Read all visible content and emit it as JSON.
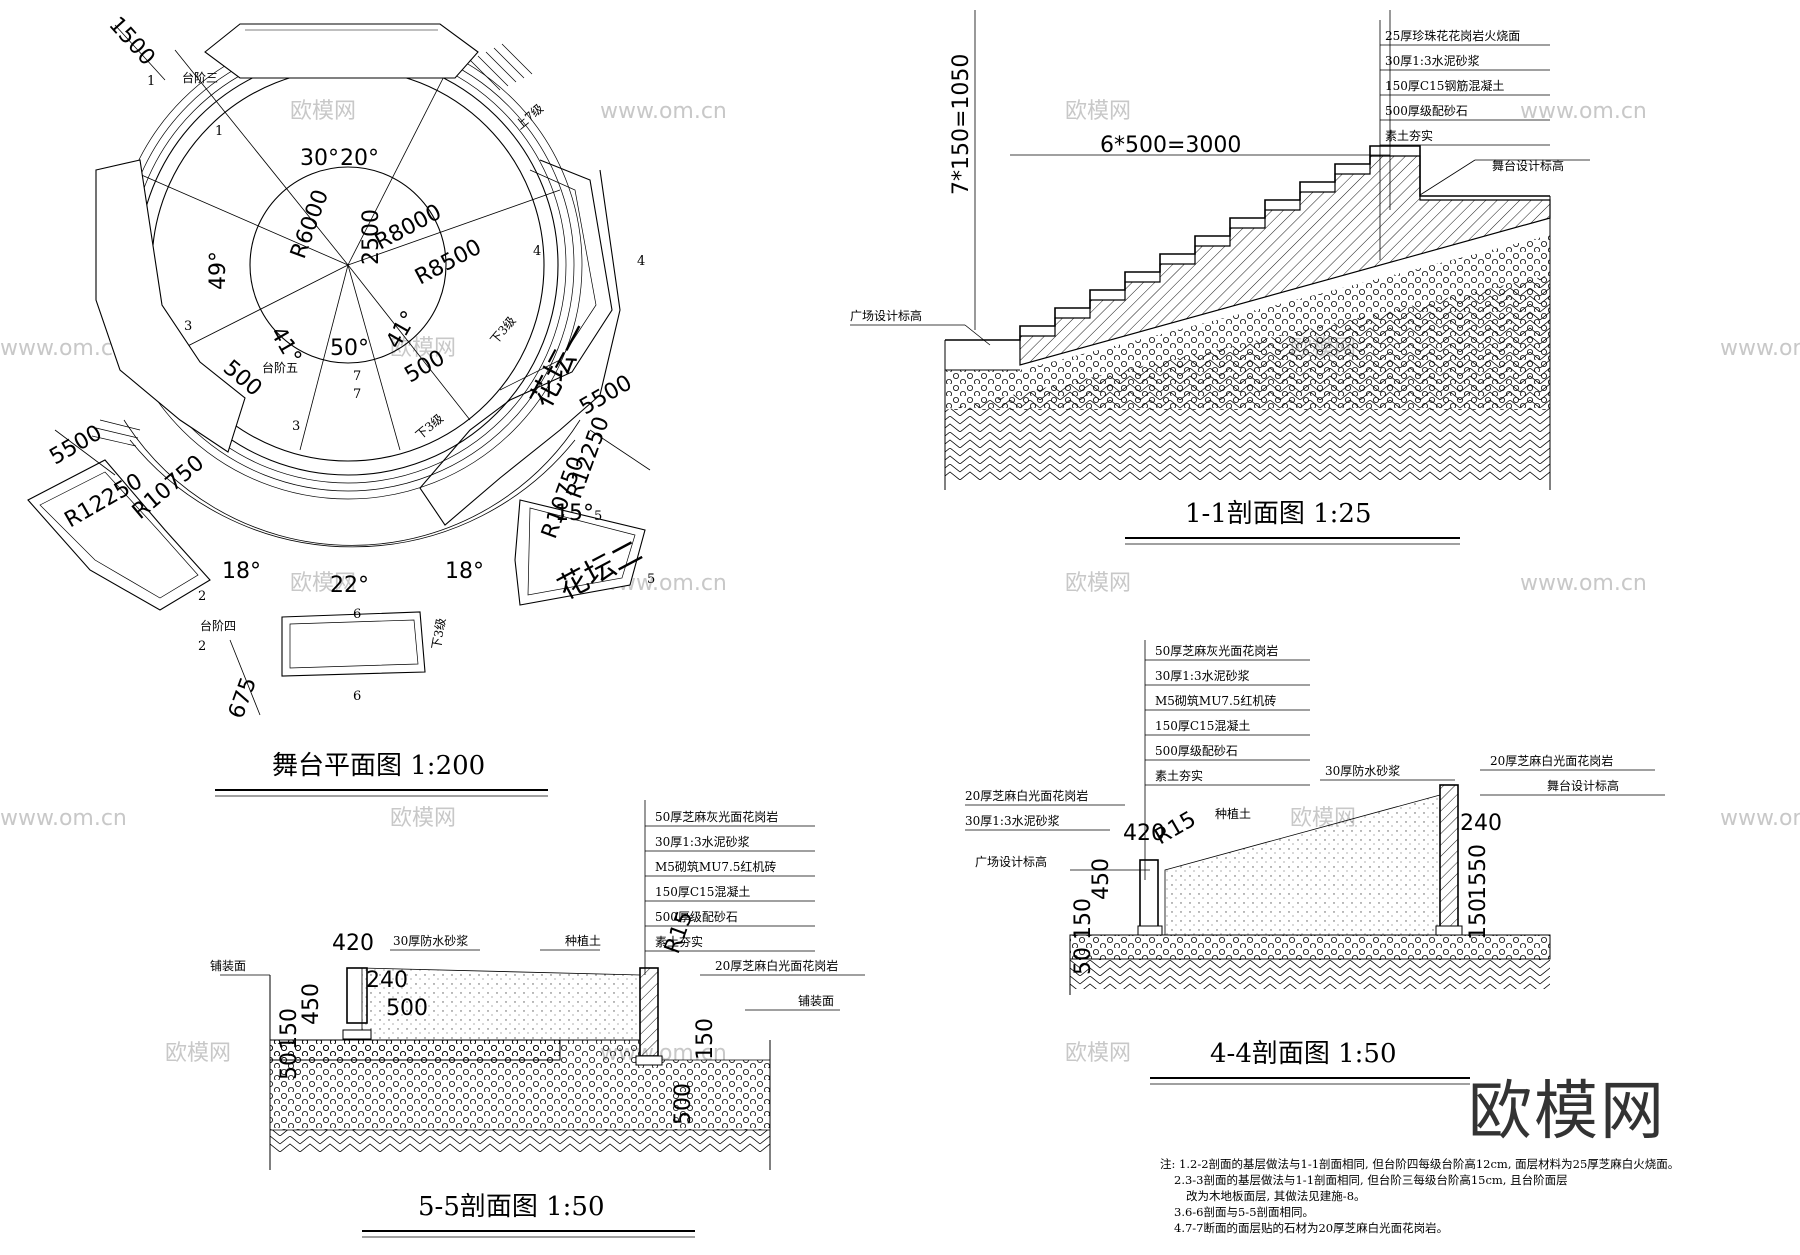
{
  "watermarks": [
    "欧模网",
    "www.om.cn"
  ],
  "brand": "欧模网",
  "plan": {
    "title": "舞台平面图 1:200",
    "labels": {
      "step3": "台阶三",
      "step4": "台阶四",
      "step5": "台阶五",
      "up7": "上7级",
      "down3a": "下3级",
      "down3b": "下3级",
      "down3c": "下3级",
      "bed1": "花坛一",
      "bed2": "花坛二"
    },
    "dims": {
      "d1500": "1500",
      "a30": "30°",
      "a20": "20°",
      "a49": "49°",
      "a41a": "41°",
      "a41b": "41°",
      "a50": "50°",
      "r6000": "R6000",
      "r8000": "R8000",
      "r8500": "R8500",
      "d2500": "2500",
      "d500a": "500",
      "d500b": "500",
      "d5500a": "5500",
      "d5500b": "5500",
      "r12250a": "R12250",
      "r12250b": "R12250",
      "r10750a": "R10750",
      "r10750b": "R10750",
      "a18a": "18°",
      "a22": "22°",
      "a18b": "18°",
      "a15": "15°",
      "d675": "675"
    },
    "marks": [
      "1",
      "1",
      "3",
      "3",
      "4",
      "4",
      "5",
      "5",
      "6",
      "6",
      "7",
      "7",
      "2",
      "2"
    ]
  },
  "sec11": {
    "title": "1-1剖面图 1:25",
    "layers": [
      "25厚珍珠花花岗岩火烧面",
      "30厚1:3水泥砂浆",
      "150厚C15钢筋混凝土",
      "500厚级配砂石",
      "素土夯实"
    ],
    "stage_level": "舞台设计标高",
    "plaza_level": "广场设计标高",
    "dim_h": "6*500=3000",
    "dim_v": "7*150=1050"
  },
  "sec44": {
    "title": "4-4剖面图 1:50",
    "layers": [
      "50厚芝麻灰光面花岗岩",
      "30厚1:3水泥砂浆",
      "M5砌筑MU7.5红机砖",
      "150厚C15混凝土",
      "500厚级配砂石",
      "素土夯实"
    ],
    "left_labels": [
      "20厚芝麻白光面花岗岩",
      "30厚1:3水泥砂浆"
    ],
    "plaza_level": "广场设计标高",
    "soil": "种植土",
    "waterproof": "30厚防水砂浆",
    "right_label": "20厚芝麻白光面花岗岩",
    "stage_level": "舞台设计标高",
    "dims": [
      "420",
      "R15",
      "450",
      "150",
      "50",
      "240",
      "1550",
      "150"
    ]
  },
  "sec55": {
    "title": "5-5剖面图 1:50",
    "layers": [
      "50厚芝麻灰光面花岗岩",
      "30厚1:3水泥砂浆",
      "M5砌筑MU7.5红机砖",
      "150厚C15混凝土",
      "500厚级配砂石",
      "素土夯实"
    ],
    "waterproof": "30厚防水砂浆",
    "soil": "种植土",
    "paving_l": "铺装面",
    "paving_r": "铺装面",
    "granite": "20厚芝麻白光面花岗岩",
    "dims": [
      "420",
      "450",
      "240",
      "500",
      "150",
      "50",
      "R15",
      "150",
      "500"
    ]
  },
  "notes": [
    "注: 1.2-2剖面的基层做法与1-1剖面相同, 但台阶四每级台阶高12cm, 面层材料为25厚芝麻白火烧面。",
    "2.3-3剖面的基层做法与1-1剖面相同, 但台阶三每级台阶高15cm, 且台阶面层",
    "改为木地板面层, 其做法见建施-8。",
    "3.6-6剖面与5-5剖面相同。",
    "4.7-7断面的面层贴的石材为20厚芝麻白光面花岗岩。"
  ]
}
